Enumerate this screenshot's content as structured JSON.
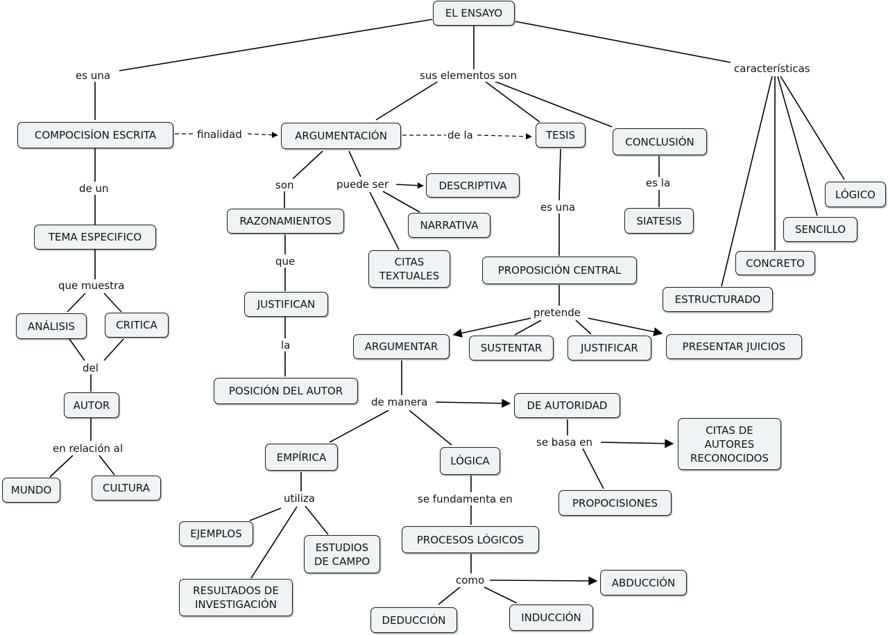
{
  "colors": {
    "node_fill": "#eef3f5",
    "node_border": "#1a1a1a",
    "line": "#000000",
    "background": "#ffffff"
  },
  "nodes": {
    "ensayo": "EL ENSAYO",
    "composicion": "COMPOCISÍON ESCRITA",
    "argumentacion": "ARGUMENTACIÓN",
    "tesis": "TESIS",
    "conclusion": "CONCLUSIÓN",
    "tema": "TEMA ESPECIFICO",
    "analisis": "ANÁLISIS",
    "critica": "CRITICA",
    "autor": "AUTOR",
    "mundo": "MUNDO",
    "cultura": "CULTURA",
    "razonamientos": "RAZONAMIENTOS",
    "justifican": "JUSTIFICAN",
    "posicion": "POSICIÓN DEL AUTOR",
    "descriptiva": "DESCRIPTIVA",
    "narrativa": "NARRATIVA",
    "citas_textuales": "CITAS\nTEXTUALES",
    "proposicion": "PROPOSICIÓN CENTRAL",
    "siatesis": "SIATESIS",
    "logico": "LÓGICO",
    "sencillo": "SENCILLO",
    "concreto": "CONCRETO",
    "estructurado": "ESTRUCTURADO",
    "argumentar": "ARGUMENTAR",
    "sustentar": "SUSTENTAR",
    "justificar": "JUSTIFICAR",
    "presentar": "PRESENTAR JUICIOS",
    "autoridad": "DE AUTORIDAD",
    "citas_autores": "CITAS DE\nAUTORES\nRECONOCIDOS",
    "empirica": "EMPÍRICA",
    "logica": "LÓGICA",
    "propocisiones": "PROPOCISIONES",
    "ejemplos": "EJEMPLOS",
    "estudios": "ESTUDIOS\nDE CAMPO",
    "resultados": "RESULTADOS DE\nINVESTIGACIÓN",
    "procesos": "PROCESOS LÓGICOS",
    "abduccion": "ABDUCCIÓN",
    "deduccion": "DEDUCCIÓN",
    "induccion": "INDUCCIÓN"
  },
  "links": {
    "es_una_1": "es una",
    "sus_elementos": "sus elementos son",
    "caracteristicas": "características",
    "finalidad": "finalidad",
    "de_la": "de la",
    "de_un": "de un",
    "que_muestra": "que muestra",
    "del": "del",
    "en_relacion": "en relación al",
    "son": "son",
    "puede_ser": "puede ser",
    "que": "que",
    "la": "la",
    "es_una_2": "es una",
    "es_la": "es la",
    "pretende": "pretende",
    "de_manera": "de manera",
    "se_basa_en": "se basa en",
    "utiliza": "utiliza",
    "se_fundamenta": "se fundamenta en",
    "como": "como"
  }
}
